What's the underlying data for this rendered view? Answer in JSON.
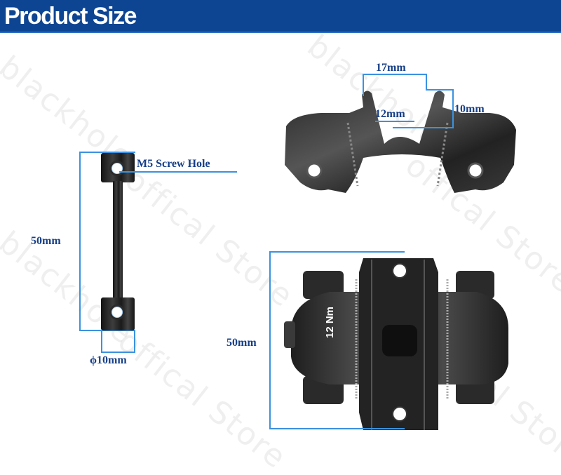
{
  "header": {
    "title": "Product Size",
    "background_color": "#0e4592"
  },
  "watermark": {
    "text_1": "blackhole",
    "text_2": "offical Store"
  },
  "bolt": {
    "length_label": "50mm",
    "diameter_label": "ϕ10mm",
    "screw_hole_label": "M5 Screw Hole"
  },
  "clamp_side_view": {
    "top_width_label": "17mm",
    "bottom_width_label": "12mm",
    "height_label": "10mm"
  },
  "clamp_top_view": {
    "length_label": "50mm",
    "torque_marking": "12 Nm"
  },
  "colors": {
    "dimension_line": "#3a92e0",
    "label_text": "#163f87"
  }
}
